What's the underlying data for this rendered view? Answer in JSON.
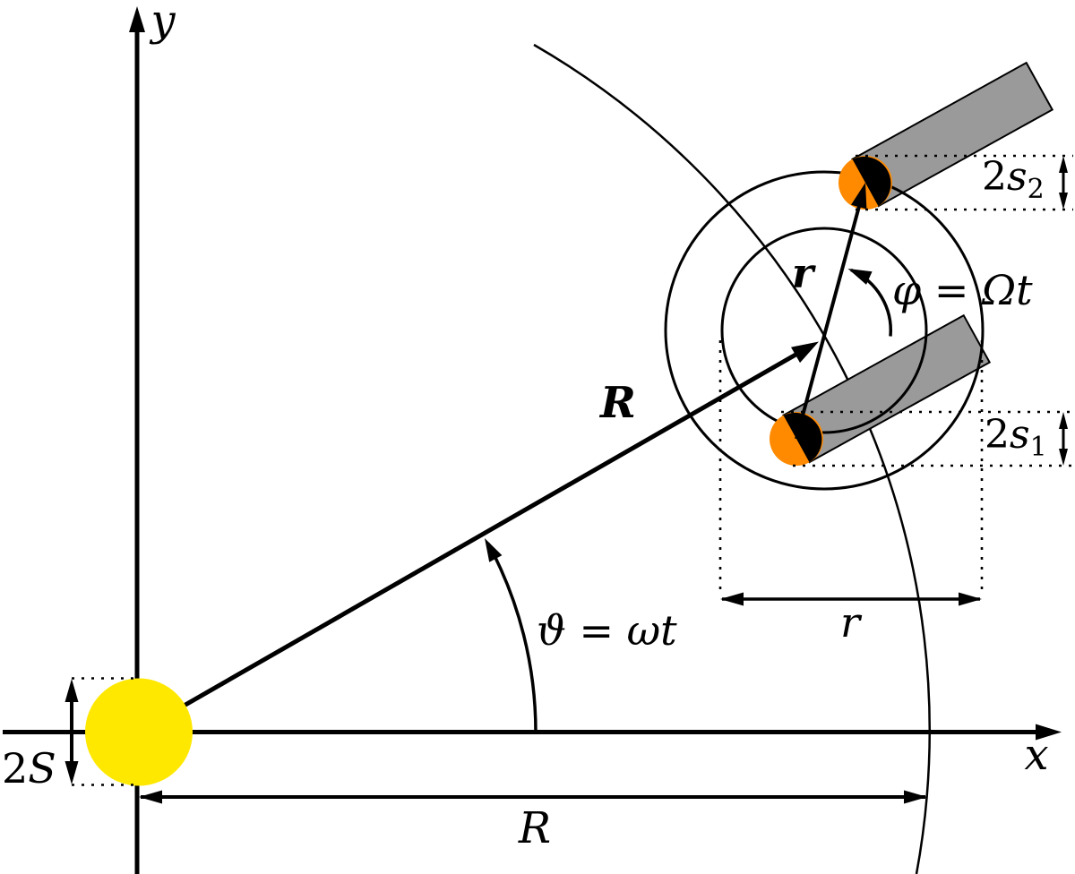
{
  "figure": {
    "description": "Physics diagram: sun-centered x-y coordinate system with an orbiting two-mass rotor (dumbbell with cylindrical rods), orbit radius R at angle theta = omega t, rotor arm r at angle phi = Omega t",
    "axes": {
      "x_label": "x",
      "y_label": "y"
    },
    "vectors": {
      "R_label": "R",
      "r_label": "r"
    },
    "dimensions": {
      "R_label": "R",
      "r_label": "r",
      "sun_prefix": "2",
      "sun_symbol": "S",
      "mass1_prefix": "2",
      "mass1_symbol": "s",
      "mass1_sub": "1",
      "mass2_prefix": "2",
      "mass2_symbol": "s",
      "mass2_sub": "2"
    },
    "equations": {
      "theta": "ϑ = ωt",
      "phi": "φ = Ωt"
    },
    "colors": {
      "sun": "#FFE800",
      "mass": "#FF8A00",
      "mass_edge": "#B36200",
      "rod": "#9A9A9A",
      "ink": "#000000",
      "background": "#FFFFFF"
    }
  }
}
